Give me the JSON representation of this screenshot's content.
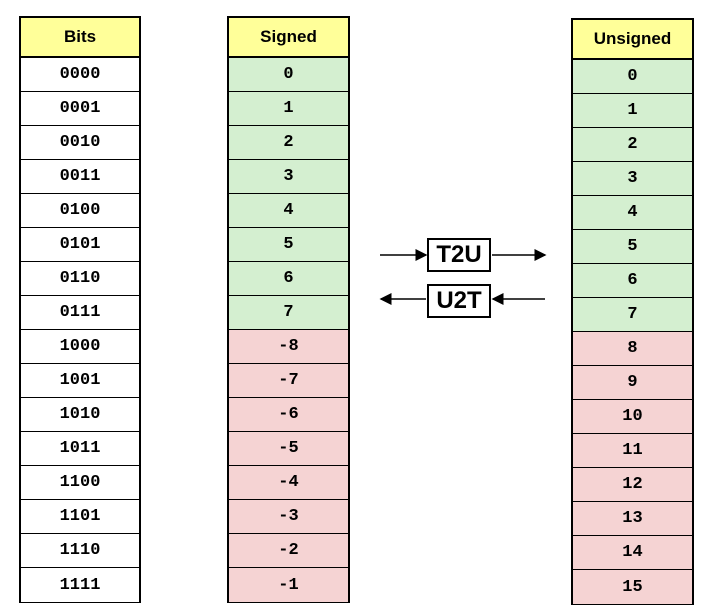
{
  "headers": {
    "bits": "Bits",
    "signed": "Signed",
    "unsigned": "Unsigned"
  },
  "rows": [
    {
      "bits": "0000",
      "signed": "0",
      "unsigned": "0",
      "sign": "pos"
    },
    {
      "bits": "0001",
      "signed": "1",
      "unsigned": "1",
      "sign": "pos"
    },
    {
      "bits": "0010",
      "signed": "2",
      "unsigned": "2",
      "sign": "pos"
    },
    {
      "bits": "0011",
      "signed": "3",
      "unsigned": "3",
      "sign": "pos"
    },
    {
      "bits": "0100",
      "signed": "4",
      "unsigned": "4",
      "sign": "pos"
    },
    {
      "bits": "0101",
      "signed": "5",
      "unsigned": "5",
      "sign": "pos"
    },
    {
      "bits": "0110",
      "signed": "6",
      "unsigned": "6",
      "sign": "pos"
    },
    {
      "bits": "0111",
      "signed": "7",
      "unsigned": "7",
      "sign": "pos"
    },
    {
      "bits": "1000",
      "signed": "-8",
      "unsigned": "8",
      "sign": "neg"
    },
    {
      "bits": "1001",
      "signed": "-7",
      "unsigned": "9",
      "sign": "neg"
    },
    {
      "bits": "1010",
      "signed": "-6",
      "unsigned": "10",
      "sign": "neg"
    },
    {
      "bits": "1011",
      "signed": "-5",
      "unsigned": "11",
      "sign": "neg"
    },
    {
      "bits": "1100",
      "signed": "-4",
      "unsigned": "12",
      "sign": "neg"
    },
    {
      "bits": "1101",
      "signed": "-3",
      "unsigned": "13",
      "sign": "neg"
    },
    {
      "bits": "1110",
      "signed": "-2",
      "unsigned": "14",
      "sign": "neg"
    },
    {
      "bits": "1111",
      "signed": "-1",
      "unsigned": "15",
      "sign": "neg"
    }
  ],
  "labels": {
    "t2u": "T2U",
    "u2t": "U2T"
  },
  "colors": {
    "header": "#ffff99",
    "positive": "#d4efd0",
    "negative": "#f5d3d3"
  }
}
